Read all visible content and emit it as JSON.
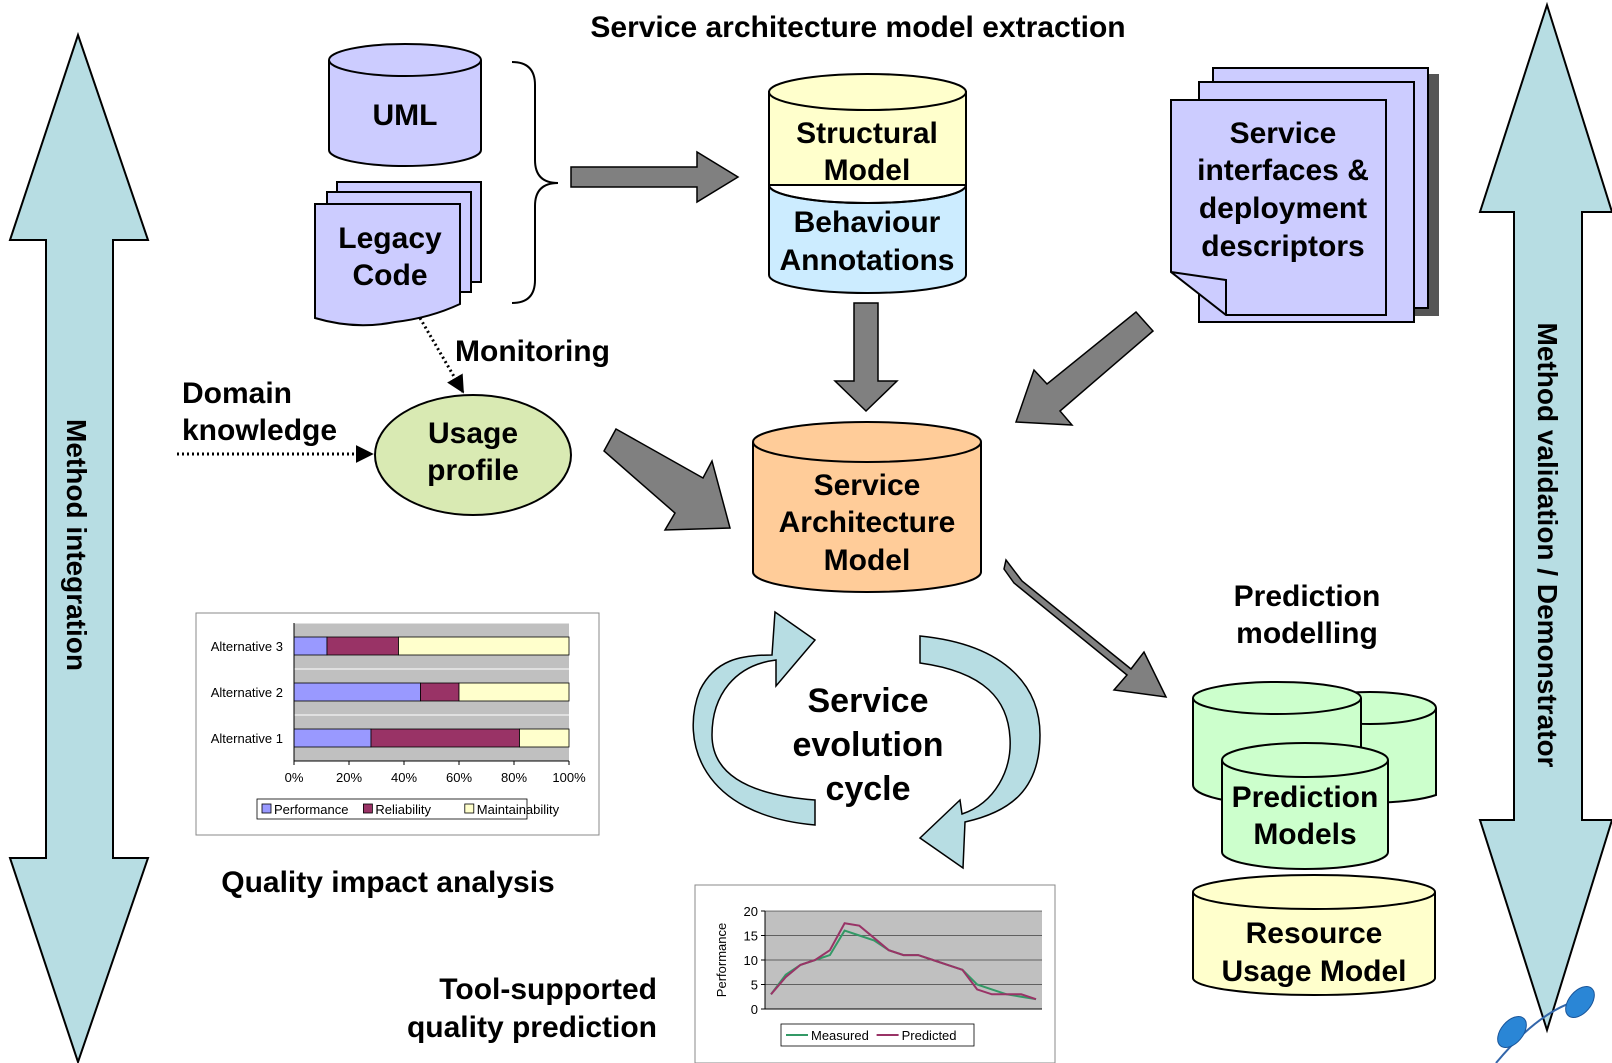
{
  "header": {
    "title": "Service architecture model extraction"
  },
  "left_arrow": {
    "label": "Method integration"
  },
  "right_arrow": {
    "label": "Method validation / Demonstrator"
  },
  "inputs": {
    "uml": "UML",
    "legacy_code": [
      "Legacy",
      "Code"
    ]
  },
  "structural": {
    "top": [
      "Structural",
      "Model"
    ],
    "bottom": [
      "Behaviour",
      "Annotations"
    ]
  },
  "service_interfaces": [
    "Service",
    "interfaces &",
    "deployment",
    "descriptors"
  ],
  "monitoring": "Monitoring",
  "domain_knowledge": [
    "Domain",
    "knowledge"
  ],
  "usage_profile": [
    "Usage",
    "profile"
  ],
  "service_architecture": [
    "Service",
    "Architecture",
    "Model"
  ],
  "evolution_cycle": [
    "Service",
    "evolution",
    "cycle"
  ],
  "prediction_modelling": [
    "Prediction",
    "modelling"
  ],
  "prediction_models": [
    "Prediction",
    "Models"
  ],
  "resource_usage": [
    "Resource",
    "Usage Model"
  ],
  "quality_impact": "Quality impact analysis",
  "tool_supported": [
    "Tool-supported",
    "quality prediction"
  ],
  "colors": {
    "lavender": "#ccccff",
    "light_yellow": "#ffffcc",
    "light_blue": "#ccecff",
    "peach": "#ffcc99",
    "light_green": "#ccffcc",
    "olive_green": "#d9eab3",
    "cyan_arrow": "#b7dde3",
    "grey_arrow": "#808080",
    "reliability": "#993366",
    "performance": "#9999ff",
    "measured": "#339966",
    "predicted": "#993366"
  },
  "chart_data": [
    {
      "type": "bar",
      "stacked": true,
      "orientation": "horizontal",
      "categories": [
        "Alternative 3",
        "Alternative 2",
        "Alternative 1"
      ],
      "series": [
        {
          "name": "Performance",
          "values": [
            12,
            46,
            28
          ]
        },
        {
          "name": "Reliability",
          "values": [
            26,
            14,
            54
          ]
        },
        {
          "name": "Maintainability",
          "values": [
            62,
            40,
            18
          ]
        }
      ],
      "xticks": [
        "0%",
        "20%",
        "40%",
        "60%",
        "80%",
        "100%"
      ],
      "xlim": [
        0,
        100
      ],
      "grid": true,
      "legend": "bottom"
    },
    {
      "type": "line",
      "ylabel": "Performance",
      "yticks": [
        "0",
        "5",
        "10",
        "15",
        "20"
      ],
      "ylim": [
        0,
        20
      ],
      "x": [
        1,
        2,
        3,
        4,
        5,
        6,
        7,
        8,
        9,
        10,
        11,
        12,
        13,
        14,
        15,
        16,
        17,
        18,
        19
      ],
      "series": [
        {
          "name": "Measured",
          "values": [
            3,
            7,
            9,
            10,
            11,
            16,
            15,
            14,
            12,
            11,
            11,
            10,
            9,
            8,
            5,
            4,
            3,
            2.5,
            2
          ]
        },
        {
          "name": "Predicted",
          "values": [
            3,
            6.5,
            9,
            10,
            12,
            17.5,
            17,
            14.5,
            12,
            11,
            11,
            10,
            9,
            8,
            4,
            3,
            3,
            3,
            2
          ]
        }
      ],
      "grid": true,
      "legend": "bottom"
    }
  ]
}
